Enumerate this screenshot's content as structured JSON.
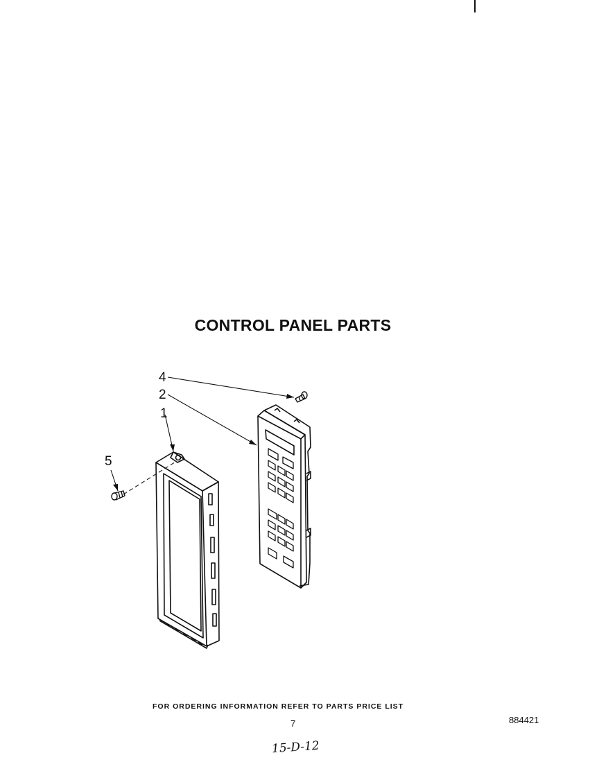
{
  "title": "CONTROL PANEL PARTS",
  "callouts": {
    "part1": "1",
    "part2": "2",
    "part4": "4",
    "part5": "5"
  },
  "footer_note": "FOR ORDERING INFORMATION REFER TO PARTS PRICE LIST",
  "page_number": "7",
  "doc_code": "884421",
  "handwritten_note": "15-D-12"
}
